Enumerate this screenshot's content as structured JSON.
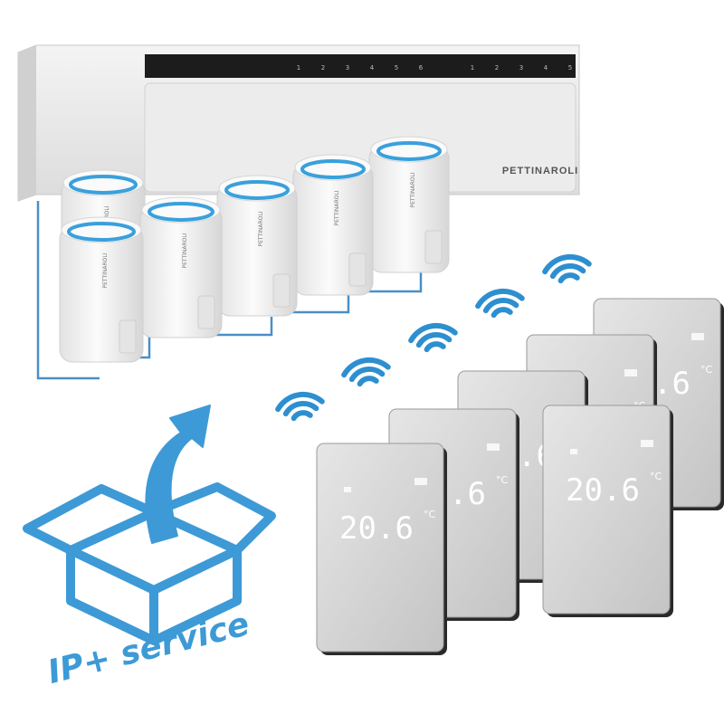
{
  "controller": {
    "brand": "PETTINAROLI",
    "zone_numbers": [
      "1",
      "2",
      "3",
      "4",
      "5",
      "6",
      "1",
      "2",
      "3",
      "4",
      "5"
    ]
  },
  "actuators": {
    "brand": "PETTINAROLI",
    "count": 6
  },
  "thermostats": {
    "count": 6,
    "temperature_reading": "20.6",
    "unit": "°C"
  },
  "badge": {
    "label": "IP+ service"
  },
  "colors": {
    "wave_blue": "#2e8fd0",
    "ring_blue": "#3aa0dc",
    "line_blue": "#4a8fc7",
    "box_blue": "#3d9ad6",
    "device_white": "#f2f2f2",
    "thermostat_face": "#cfcfcf",
    "thermostat_edge": "#2a2a2a",
    "display_strip": "#1c1c1c"
  }
}
